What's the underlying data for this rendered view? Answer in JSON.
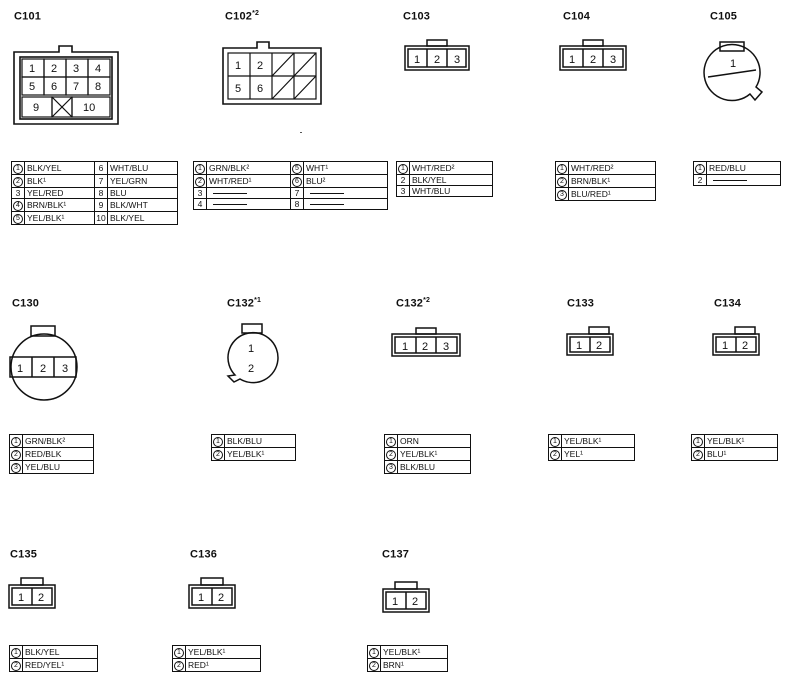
{
  "connectors": {
    "C101": {
      "title": "C101",
      "sup": "",
      "pins": [
        "1",
        "2",
        "3",
        "4",
        "5",
        "6",
        "7",
        "8",
        "9",
        "10"
      ],
      "table": {
        "cols": 2,
        "rows": [
          [
            {
              "n": "1",
              "c": true,
              "w": "BLK/YEL"
            },
            {
              "n": "6",
              "c": false,
              "w": "WHT/BLU"
            }
          ],
          [
            {
              "n": "2",
              "c": true,
              "w": "BLK¹"
            },
            {
              "n": "7",
              "c": false,
              "w": "YEL/GRN"
            }
          ],
          [
            {
              "n": "3",
              "c": false,
              "w": "YEL/RED"
            },
            {
              "n": "8",
              "c": false,
              "w": "BLU"
            }
          ],
          [
            {
              "n": "4",
              "c": true,
              "w": "BRN/BLK¹"
            },
            {
              "n": "9",
              "c": false,
              "w": "BLK/WHT"
            }
          ],
          [
            {
              "n": "5",
              "c": true,
              "w": "YEL/BLK¹"
            },
            {
              "n": "10",
              "c": false,
              "w": "BLK/YEL"
            }
          ]
        ]
      }
    },
    "C102": {
      "title": "C102",
      "sup": "*2",
      "pins": [
        "1",
        "2",
        "5",
        "6"
      ],
      "table": {
        "cols": 2,
        "rows": [
          [
            {
              "n": "1",
              "c": true,
              "w": "GRN/BLK²"
            },
            {
              "n": "5",
              "c": true,
              "w": "WHT¹"
            }
          ],
          [
            {
              "n": "2",
              "c": true,
              "w": "WHT/RED¹"
            },
            {
              "n": "6",
              "c": true,
              "w": "BLU²"
            }
          ],
          [
            {
              "n": "3",
              "c": false,
              "w": "",
              "d": true
            },
            {
              "n": "7",
              "c": false,
              "w": "",
              "d": true
            }
          ],
          [
            {
              "n": "4",
              "c": false,
              "w": "",
              "d": true
            },
            {
              "n": "8",
              "c": false,
              "w": "",
              "d": true
            }
          ]
        ]
      }
    },
    "C103": {
      "title": "C103",
      "sup": "",
      "pins": [
        "1",
        "2",
        "3"
      ],
      "table": {
        "cols": 1,
        "rows": [
          [
            {
              "n": "1",
              "c": true,
              "w": "WHT/RED²"
            }
          ],
          [
            {
              "n": "2",
              "c": false,
              "w": "BLK/YEL"
            }
          ],
          [
            {
              "n": "3",
              "c": false,
              "w": "WHT/BLU"
            }
          ]
        ]
      }
    },
    "C104": {
      "title": "C104",
      "sup": "",
      "pins": [
        "1",
        "2",
        "3"
      ],
      "table": {
        "cols": 1,
        "rows": [
          [
            {
              "n": "1",
              "c": true,
              "w": "WHT/RED²"
            }
          ],
          [
            {
              "n": "2",
              "c": true,
              "w": "BRN/BLK¹"
            }
          ],
          [
            {
              "n": "3",
              "c": true,
              "w": "BLU/RED¹"
            }
          ]
        ]
      }
    },
    "C105": {
      "title": "C105",
      "sup": "",
      "pins": [
        "1"
      ],
      "table": {
        "cols": 1,
        "rows": [
          [
            {
              "n": "1",
              "c": true,
              "w": "RED/BLU"
            }
          ],
          [
            {
              "n": "2",
              "c": false,
              "w": "",
              "d": true
            }
          ]
        ]
      }
    },
    "C130": {
      "title": "C130",
      "sup": "",
      "pins": [
        "1",
        "2",
        "3"
      ],
      "table": {
        "cols": 1,
        "rows": [
          [
            {
              "n": "1",
              "c": true,
              "w": "GRN/BLK²"
            }
          ],
          [
            {
              "n": "2",
              "c": true,
              "w": "RED/BLK"
            }
          ],
          [
            {
              "n": "3",
              "c": true,
              "w": "YEL/BLU"
            }
          ]
        ]
      }
    },
    "C132a": {
      "title": "C132",
      "sup": "*1",
      "pins": [
        "1",
        "2"
      ],
      "table": {
        "cols": 1,
        "rows": [
          [
            {
              "n": "1",
              "c": true,
              "w": "BLK/BLU"
            }
          ],
          [
            {
              "n": "2",
              "c": true,
              "w": "YEL/BLK¹"
            }
          ]
        ]
      }
    },
    "C132b": {
      "title": "C132",
      "sup": "*2",
      "pins": [
        "1",
        "2",
        "3"
      ],
      "table": {
        "cols": 1,
        "rows": [
          [
            {
              "n": "1",
              "c": true,
              "w": "ORN"
            }
          ],
          [
            {
              "n": "2",
              "c": true,
              "w": "YEL/BLK¹"
            }
          ],
          [
            {
              "n": "3",
              "c": true,
              "w": "BLK/BLU"
            }
          ]
        ]
      }
    },
    "C133": {
      "title": "C133",
      "sup": "",
      "pins": [
        "1",
        "2"
      ],
      "table": {
        "cols": 1,
        "rows": [
          [
            {
              "n": "1",
              "c": true,
              "w": "YEL/BLK¹"
            }
          ],
          [
            {
              "n": "2",
              "c": true,
              "w": "YEL¹"
            }
          ]
        ]
      }
    },
    "C134": {
      "title": "C134",
      "sup": "",
      "pins": [
        "1",
        "2"
      ],
      "table": {
        "cols": 1,
        "rows": [
          [
            {
              "n": "1",
              "c": true,
              "w": "YEL/BLK¹"
            }
          ],
          [
            {
              "n": "2",
              "c": true,
              "w": "BLU¹"
            }
          ]
        ]
      }
    },
    "C135": {
      "title": "C135",
      "sup": "",
      "pins": [
        "1",
        "2"
      ],
      "table": {
        "cols": 1,
        "rows": [
          [
            {
              "n": "1",
              "c": true,
              "w": "BLK/YEL"
            }
          ],
          [
            {
              "n": "2",
              "c": true,
              "w": "RED/YEL¹"
            }
          ]
        ]
      }
    },
    "C136": {
      "title": "C136",
      "sup": "",
      "pins": [
        "1",
        "2"
      ],
      "table": {
        "cols": 1,
        "rows": [
          [
            {
              "n": "1",
              "c": true,
              "w": "YEL/BLK¹"
            }
          ],
          [
            {
              "n": "2",
              "c": true,
              "w": "RED¹"
            }
          ]
        ]
      }
    },
    "C137": {
      "title": "C137",
      "sup": "",
      "pins": [
        "1",
        "2"
      ],
      "table": {
        "cols": 1,
        "rows": [
          [
            {
              "n": "1",
              "c": true,
              "w": "YEL/BLK¹"
            }
          ],
          [
            {
              "n": "2",
              "c": true,
              "w": "BRN¹"
            }
          ]
        ]
      }
    }
  }
}
